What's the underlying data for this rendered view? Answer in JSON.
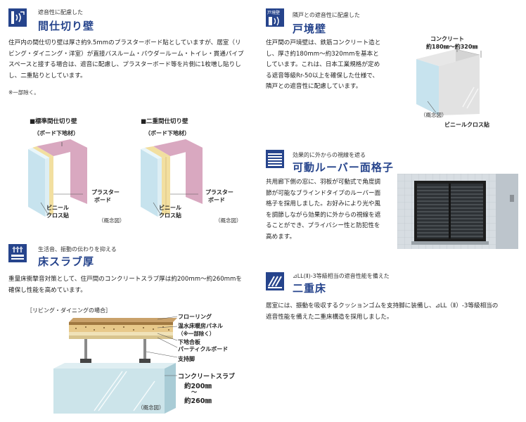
{
  "partition_wall": {
    "subtitle": "遮音性に配慮した",
    "title": "間仕切り壁",
    "body_lines": [
      "住戸内の間仕切り壁は厚さ約9.5mmのプラスターボード貼としていますが、居室（リ",
      "ビング・ダイニング・洋室）が直接バスルーム・パウダールーム・トイレ・貫通パイプ",
      "スペースと接する場合は、遮音に配慮し、プラスターボード等を片側に1枚増し貼りし",
      "し、二重貼りとしています。"
    ],
    "note": "※一部除く。",
    "diagram_standard": {
      "heading": "■標準間仕切り壁",
      "underlayer": "（ボード下地材）",
      "board": [
        "プラスター",
        "ボード"
      ],
      "cross": [
        "ビニール",
        "クロス貼"
      ],
      "concept": "（概念図）"
    },
    "diagram_double": {
      "heading": "■二重間仕切り壁",
      "underlayer": "（ボード下地材）",
      "board": [
        "プラスター",
        "ボード"
      ],
      "cross": [
        "ビニール",
        "クロス貼"
      ],
      "concept": "（概念図）"
    }
  },
  "boundary_wall": {
    "icon_caption": "戸境壁",
    "subtitle": "隣戸との遮音性に配慮した",
    "title": "戸境壁",
    "body_lines": [
      "住戸間の戸境壁は、鉄筋コンクリート造と",
      "し、厚さ約180mm～約320mmを基本と",
      "しています。これは、日本工業規格が定め",
      "る遮音等級Rr-50以上を確保した仕様で、",
      "隣戸との遮音性に配慮しています。"
    ],
    "diagram": {
      "concrete": "コンクリート",
      "thickness": "約180㎜～約320㎜",
      "cross": "ビニールクロス貼",
      "concept": "（概念図）"
    }
  },
  "floor_slab": {
    "subtitle": "生活音、振動の伝わりを抑える",
    "title": "床スラブ厚",
    "body_lines": [
      "重量床衝撃音対策として、住戸間のコンクリートスラブ厚は約200mm～約260mmを",
      "確保し性能を高めています。"
    ],
    "diagram": {
      "room": "［リビング・ダイニングの場合］",
      "flooring": "フローリング",
      "heating": "温水床暖房パネル",
      "heating_note": "（※一部除く）",
      "plywood": "下地合板",
      "particle": "パーティクルボード",
      "support": "支持脚",
      "slab": "コンクリートスラブ",
      "slab_min": "約200㎜",
      "tilde": "～",
      "slab_max": "約260㎜",
      "concept": "（概念図）"
    }
  },
  "louver": {
    "subtitle": "効果的に外からの視線を遮る",
    "title": "可動ルーバー面格子",
    "body_lines": [
      "共用廊下側の窓に、羽板が可動式で角度調",
      "節が可能なブラインドタイプのルーバー面",
      "格子を採用しました。お好みにより光や風",
      "を調節しながら効果的に外からの視線を遮",
      "ることができ、プライバシー性と防犯性を",
      "高めます。"
    ]
  },
  "double_floor": {
    "subtitle": "⊿LL(Ⅱ)-3等級相当の遮音性能を備えた",
    "title": "二重床",
    "body_lines": [
      "居室には、振動を吸収するクッションゴムを支持脚に装備し、⊿LL（Ⅱ）-3等級相当の",
      "遮音性能を備えた二重床構造を採用しました。"
    ]
  },
  "colors": {
    "accent": "#26448c",
    "wall_face": "#c7e3ee",
    "wall_top": "#d9a8c0",
    "board": "#f2dfa0"
  }
}
